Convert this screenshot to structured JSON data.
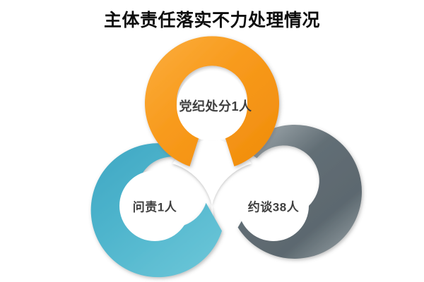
{
  "chart_data": {
    "type": "pie",
    "title": "主体责任落实不力处理情况",
    "subtitle": "",
    "xlabel": "",
    "ylabel": "",
    "legend_position": "none",
    "grid": false,
    "style": "three-overlapping-donut-rings",
    "categories": [
      "党纪处分",
      "问责",
      "约谈"
    ],
    "values": [
      1,
      1,
      38
    ],
    "unit": "人",
    "labels": [
      "党纪处分1人",
      "问责1人",
      "约谈38人"
    ],
    "colors": [
      "#F89A1C",
      "#50B4CC",
      "#626E75"
    ],
    "series": [
      {
        "name": "处理情况",
        "values": [
          1,
          1,
          38
        ]
      }
    ],
    "annotations": [
      {
        "text": "党纪处分1人",
        "ring": "top",
        "color": "#F89A1C"
      },
      {
        "text": "问责1人",
        "ring": "bottom-left",
        "color": "#50B4CC"
      },
      {
        "text": "约谈38人",
        "ring": "bottom-right",
        "color": "#626E75"
      }
    ]
  },
  "header": {
    "title": "主体责任落实不力处理情况"
  },
  "rings": {
    "top": {
      "label": "党纪处分1人",
      "category": "党纪处分",
      "count": "1",
      "unit": "人",
      "color": "#F89A1C",
      "color_light": "#FBAE3E",
      "color_dark": "#ED8A0C"
    },
    "bottom_left": {
      "label": "问责1人",
      "category": "问责",
      "count": "1",
      "unit": "人",
      "color": "#50B4CC",
      "color_light": "#6CC3D6",
      "color_dark": "#3AA3BF"
    },
    "bottom_right": {
      "label": "约谈38人",
      "category": "约谈",
      "count": "38",
      "unit": "人",
      "color": "#626E75",
      "color_light": "#8C979C",
      "color_dark": "#545F66"
    }
  },
  "canvas": {
    "background": "#FFFFFF",
    "title_color": "#0D0D0D",
    "label_color": "#3F3F3F"
  }
}
